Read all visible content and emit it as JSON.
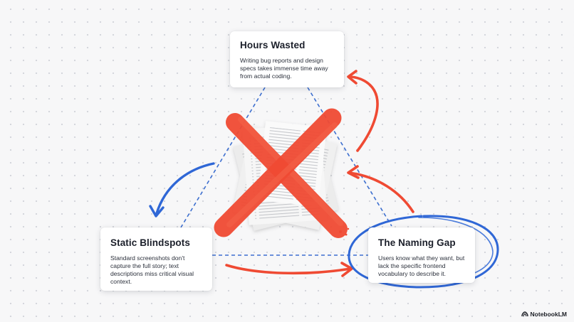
{
  "nodes": [
    {
      "id": "hours-wasted",
      "title": "Hours Wasted",
      "body": "Writing bug reports and design specs takes immense time away from actual coding."
    },
    {
      "id": "static-blindspots",
      "title": "Static Blindspots",
      "body": "Standard screenshots don't capture the full story; text descriptions miss critical visual context."
    },
    {
      "id": "naming-gap",
      "title": "The Naming Gap",
      "body": "Users know what they want, but lack the specific frontend vocabulary to describe it."
    }
  ],
  "brand": {
    "label": "NotebookLM",
    "icon": "notebooklm-logo-icon"
  },
  "colors": {
    "red_accent": "#ef4a33",
    "blue_accent": "#2f67d6",
    "dashed_link": "#3d6fcf",
    "card_bg": "#ffffff",
    "page_bg": "#f7f7f8"
  },
  "illustration": {
    "subject": "crossed-out-paper-stack",
    "icon": "red-x-icon"
  }
}
